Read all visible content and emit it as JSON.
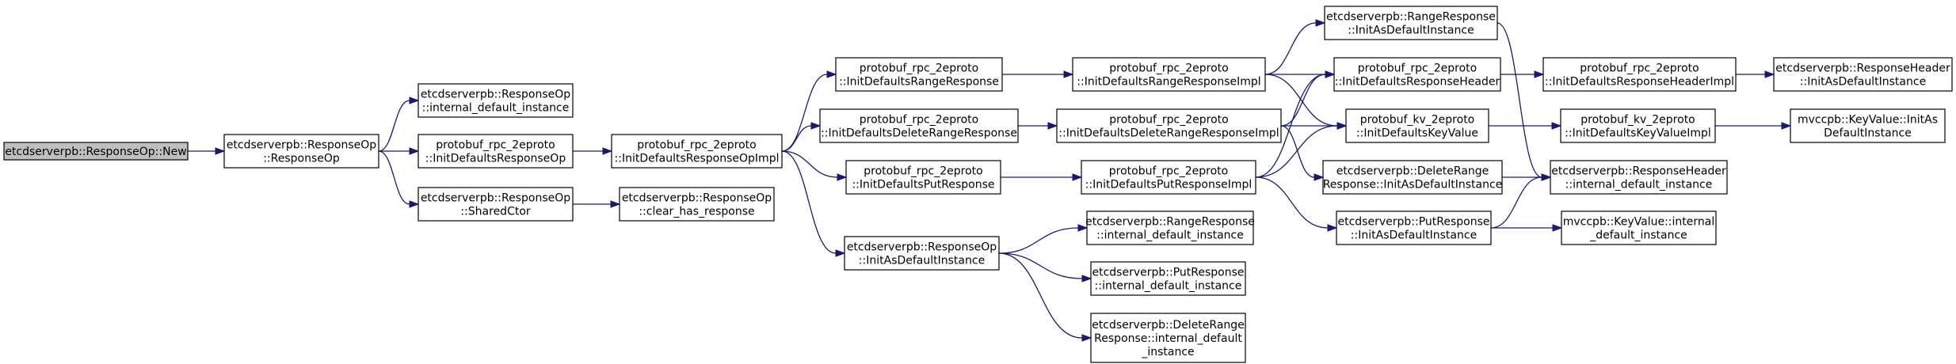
{
  "diagram": {
    "type": "call-graph",
    "colors": {
      "edge": "#191970",
      "root_fill": "#bfbfbf",
      "node_fill": "#ffffff",
      "border": "#000000"
    },
    "nodes": [
      {
        "id": "new",
        "lines": [
          "etcdserverpb::ResponseOp::New"
        ],
        "root": true
      },
      {
        "id": "respop",
        "lines": [
          "etcdserverpb::ResponseOp",
          "::ResponseOp"
        ]
      },
      {
        "id": "internal_default",
        "lines": [
          "etcdserverpb::ResponseOp",
          "::internal_default_instance"
        ]
      },
      {
        "id": "initdefaults_respop",
        "lines": [
          "protobuf_rpc_2eproto",
          "::InitDefaultsResponseOp"
        ]
      },
      {
        "id": "sharedctor",
        "lines": [
          "etcdserverpb::ResponseOp",
          "::SharedCtor"
        ]
      },
      {
        "id": "clear_has_response",
        "lines": [
          "etcdserverpb::ResponseOp",
          "::clear_has_response"
        ]
      },
      {
        "id": "initdefaults_respop_impl",
        "lines": [
          "protobuf_rpc_2eproto",
          "::InitDefaultsResponseOpImpl"
        ]
      },
      {
        "id": "initdefaults_rangeresp",
        "lines": [
          "protobuf_rpc_2eproto",
          "::InitDefaultsRangeResponse"
        ]
      },
      {
        "id": "initdefaults_deleterangeresp",
        "lines": [
          "protobuf_rpc_2eproto",
          "::InitDefaultsDeleteRangeResponse"
        ]
      },
      {
        "id": "initdefaults_putresp",
        "lines": [
          "protobuf_rpc_2eproto",
          "::InitDefaultsPutResponse"
        ]
      },
      {
        "id": "respop_initasdefault",
        "lines": [
          "etcdserverpb::ResponseOp",
          "::InitAsDefaultInstance"
        ]
      },
      {
        "id": "initdefaults_rangeresp_impl",
        "lines": [
          "protobuf_rpc_2eproto",
          "::InitDefaultsRangeResponseImpl"
        ]
      },
      {
        "id": "initdefaults_deleterangeresp_impl",
        "lines": [
          "protobuf_rpc_2eproto",
          "::InitDefaultsDeleteRangeResponseImpl"
        ]
      },
      {
        "id": "initdefaults_putresp_impl",
        "lines": [
          "protobuf_rpc_2eproto",
          "::InitDefaultsPutResponseImpl"
        ]
      },
      {
        "id": "rangeresp_internal",
        "lines": [
          "etcdserverpb::RangeResponse",
          "::internal_default_instance"
        ]
      },
      {
        "id": "putresp_internal",
        "lines": [
          "etcdserverpb::PutResponse",
          "::internal_default_instance"
        ]
      },
      {
        "id": "deleterangeresp_internal",
        "lines": [
          "etcdserverpb::DeleteRange",
          "Response::internal_default",
          "_instance"
        ]
      },
      {
        "id": "rangeresp_initasdefault",
        "lines": [
          "etcdserverpb::RangeResponse",
          "::InitAsDefaultInstance"
        ]
      },
      {
        "id": "initdefaults_respheader",
        "lines": [
          "protobuf_rpc_2eproto",
          "::InitDefaultsResponseHeader"
        ]
      },
      {
        "id": "initdefaults_keyvalue",
        "lines": [
          "protobuf_kv_2eproto",
          "::InitDefaultsKeyValue"
        ]
      },
      {
        "id": "deleterangeresp_initasdefault",
        "lines": [
          "etcdserverpb::DeleteRange",
          "Response::InitAsDefaultInstance"
        ]
      },
      {
        "id": "putresp_initasdefault",
        "lines": [
          "etcdserverpb::PutResponse",
          "::InitAsDefaultInstance"
        ]
      },
      {
        "id": "initdefaults_respheader_impl",
        "lines": [
          "protobuf_rpc_2eproto",
          "::InitDefaultsResponseHeaderImpl"
        ]
      },
      {
        "id": "initdefaults_keyvalue_impl",
        "lines": [
          "protobuf_kv_2eproto",
          "::InitDefaultsKeyValueImpl"
        ]
      },
      {
        "id": "respheader_internal",
        "lines": [
          "etcdserverpb::ResponseHeader",
          "::internal_default_instance"
        ]
      },
      {
        "id": "keyvalue_internal",
        "lines": [
          "mvccpb::KeyValue::internal",
          "_default_instance"
        ]
      },
      {
        "id": "respheader_initasdefault",
        "lines": [
          "etcdserverpb::ResponseHeader",
          "::InitAsDefaultInstance"
        ]
      },
      {
        "id": "keyvalue_initasdefault",
        "lines": [
          "mvccpb::KeyValue::InitAs",
          "DefaultInstance"
        ]
      }
    ],
    "edges": [
      [
        "new",
        "respop"
      ],
      [
        "respop",
        "internal_default"
      ],
      [
        "respop",
        "initdefaults_respop"
      ],
      [
        "respop",
        "sharedctor"
      ],
      [
        "sharedctor",
        "clear_has_response"
      ],
      [
        "initdefaults_respop",
        "initdefaults_respop_impl"
      ],
      [
        "initdefaults_respop_impl",
        "initdefaults_rangeresp"
      ],
      [
        "initdefaults_respop_impl",
        "initdefaults_deleterangeresp"
      ],
      [
        "initdefaults_respop_impl",
        "initdefaults_putresp"
      ],
      [
        "initdefaults_respop_impl",
        "respop_initasdefault"
      ],
      [
        "initdefaults_rangeresp",
        "initdefaults_rangeresp_impl"
      ],
      [
        "initdefaults_deleterangeresp",
        "initdefaults_deleterangeresp_impl"
      ],
      [
        "initdefaults_putresp",
        "initdefaults_putresp_impl"
      ],
      [
        "respop_initasdefault",
        "rangeresp_internal"
      ],
      [
        "respop_initasdefault",
        "putresp_internal"
      ],
      [
        "respop_initasdefault",
        "deleterangeresp_internal"
      ],
      [
        "initdefaults_rangeresp_impl",
        "rangeresp_initasdefault"
      ],
      [
        "initdefaults_rangeresp_impl",
        "initdefaults_respheader"
      ],
      [
        "initdefaults_rangeresp_impl",
        "initdefaults_keyvalue"
      ],
      [
        "initdefaults_deleterangeresp_impl",
        "initdefaults_respheader"
      ],
      [
        "initdefaults_deleterangeresp_impl",
        "initdefaults_keyvalue"
      ],
      [
        "initdefaults_deleterangeresp_impl",
        "deleterangeresp_initasdefault"
      ],
      [
        "initdefaults_putresp_impl",
        "initdefaults_respheader"
      ],
      [
        "initdefaults_putresp_impl",
        "initdefaults_keyvalue"
      ],
      [
        "initdefaults_putresp_impl",
        "putresp_initasdefault"
      ],
      [
        "rangeresp_initasdefault",
        "respheader_internal"
      ],
      [
        "initdefaults_respheader",
        "initdefaults_respheader_impl"
      ],
      [
        "initdefaults_keyvalue",
        "initdefaults_keyvalue_impl"
      ],
      [
        "deleterangeresp_initasdefault",
        "respheader_internal"
      ],
      [
        "putresp_initasdefault",
        "respheader_internal"
      ],
      [
        "putresp_initasdefault",
        "keyvalue_internal"
      ],
      [
        "initdefaults_respheader_impl",
        "respheader_initasdefault"
      ],
      [
        "initdefaults_keyvalue_impl",
        "keyvalue_initasdefault"
      ]
    ]
  }
}
